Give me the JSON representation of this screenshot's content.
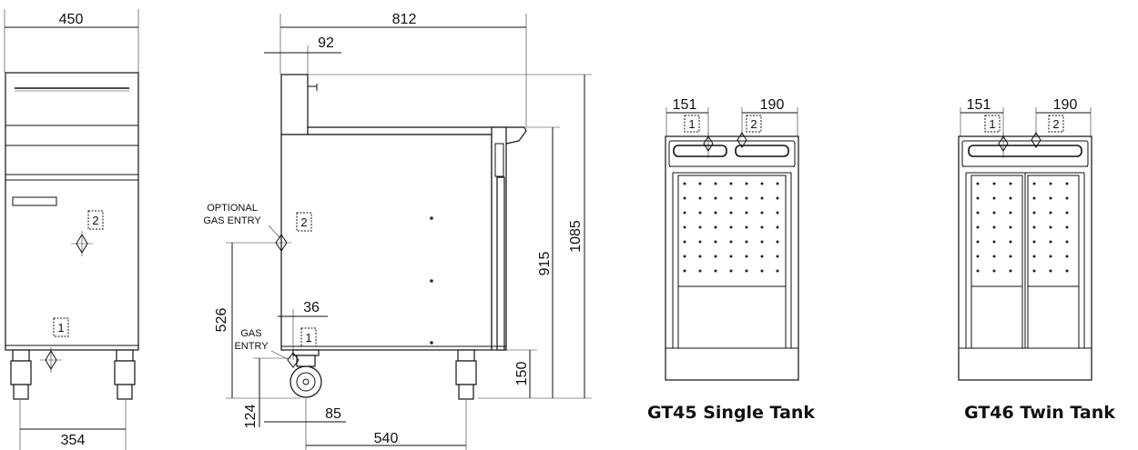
{
  "front": {
    "width": "450",
    "leg_span": "354",
    "markers": [
      "2",
      "1"
    ]
  },
  "side": {
    "depth": "812",
    "flue_offset": "92",
    "height_total": "1085",
    "height_work": "915",
    "gas_height": "526",
    "gas_offset": "36",
    "base_height": "150",
    "castor_height": "124",
    "castor_offset": "85",
    "leg_span": "540",
    "optional_gas_label_1": "OPTIONAL",
    "optional_gas_label_2": "GAS ENTRY",
    "gas_label_1": "GAS",
    "gas_label_2": "ENTRY",
    "markers": [
      "2",
      "1"
    ]
  },
  "single": {
    "dim_a": "151",
    "dim_b": "190",
    "markers": [
      "1",
      "2"
    ],
    "caption": "GT45 Single Tank"
  },
  "twin": {
    "dim_a": "151",
    "dim_b": "190",
    "markers": [
      "1",
      "2"
    ],
    "caption": "GT46 Twin Tank"
  }
}
